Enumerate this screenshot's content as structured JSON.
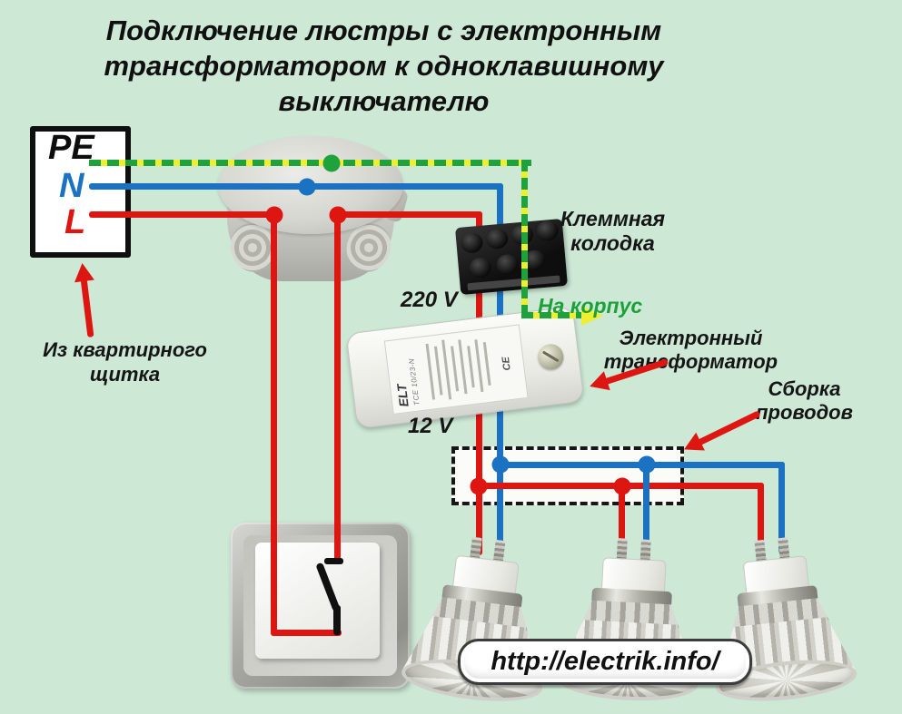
{
  "title": {
    "line1": "Подключение люстры с электронным",
    "line2": "трансформатором к одноклавишному",
    "line3": "выключателю"
  },
  "panel": {
    "pe": "PE",
    "n": "N",
    "l": "L",
    "caption": "Из квартирного\nщитка"
  },
  "labels": {
    "terminal_block": "Клеммная\nколодка",
    "to_body": "На корпус",
    "v220": "220 V",
    "v12": "12 V",
    "transformer": "Электронный\nтрансформатор",
    "assembly": "Сборка\nпроводов"
  },
  "transformer_label": {
    "brand": "ELT",
    "model": "TCE 10/23-N",
    "ce": "CE"
  },
  "footer": {
    "url": "http://electrik.info/"
  },
  "colors": {
    "bg": "#cde8d5",
    "wire-red": "#dd1612",
    "wire-blue": "#1c72c2",
    "pe-yellow": "#eeee33",
    "pe-green": "#1fa23c",
    "green-text": "#1ca13a",
    "ink": "#151515"
  }
}
